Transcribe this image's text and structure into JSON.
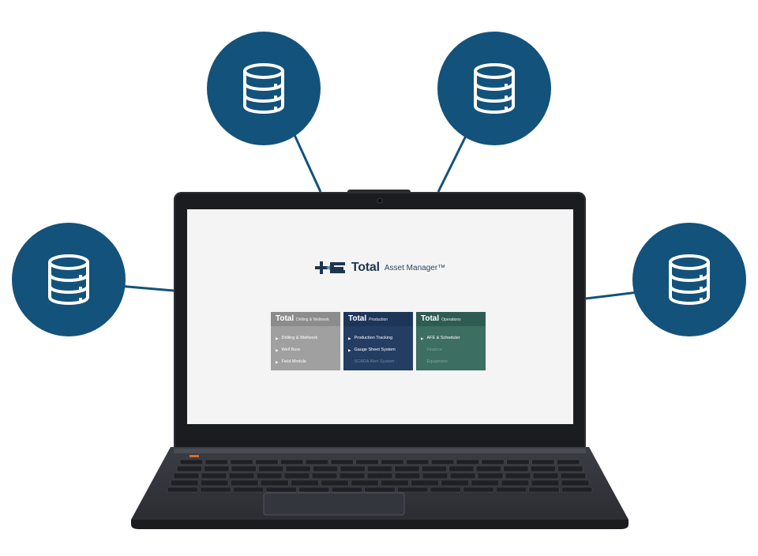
{
  "app": {
    "brand_bold": "Total",
    "brand_rest": "Asset Manager™"
  },
  "modules": [
    {
      "title": "Total",
      "subtitle": "Drilling & Wellwork",
      "color": "#8c8c8c",
      "items": [
        {
          "label": "Drilling & Wellwork",
          "enabled": true
        },
        {
          "label": "Well Bore",
          "enabled": true
        },
        {
          "label": "Field Module",
          "enabled": true
        }
      ]
    },
    {
      "title": "Total",
      "subtitle": "Production",
      "color": "#1d3558",
      "items": [
        {
          "label": "Production Tracking",
          "enabled": true
        },
        {
          "label": "Gauge Sheet System",
          "enabled": true
        },
        {
          "label": "SCADA Alert System",
          "enabled": false
        }
      ]
    },
    {
      "title": "Total",
      "subtitle": "Operations",
      "color": "#2f5c52",
      "items": [
        {
          "label": "AFE & Scheduler",
          "enabled": true
        },
        {
          "label": "Finance",
          "enabled": false
        },
        {
          "label": "Equipment",
          "enabled": false
        }
      ]
    }
  ],
  "databases": [
    {
      "icon": "database-icon"
    },
    {
      "icon": "database-icon"
    },
    {
      "icon": "database-icon"
    },
    {
      "icon": "database-icon"
    }
  ],
  "colors": {
    "database_bubble": "#13527b",
    "connector_line": "#13527b"
  }
}
